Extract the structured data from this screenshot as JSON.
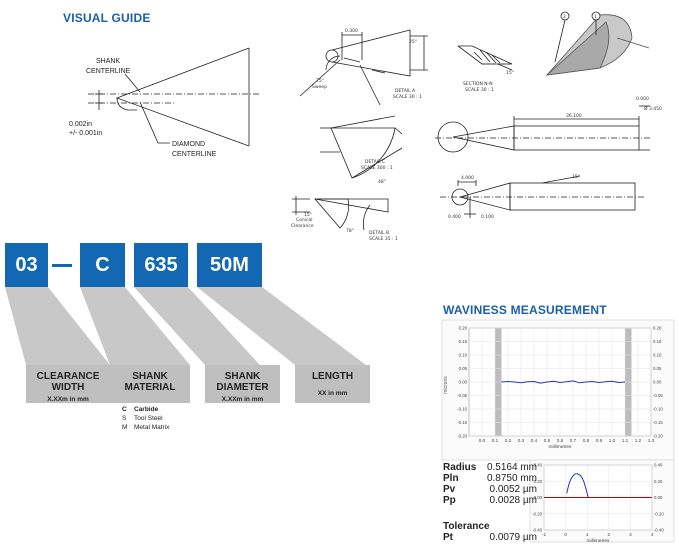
{
  "visual_guide": {
    "title": "VISUAL GUIDE",
    "shank_centerline_1": "SHANK",
    "shank_centerline_2": "CENTERLINE",
    "diamond_centerline_1": "DIAMOND",
    "diamond_centerline_2": "CENTERLINE",
    "offset_1": "0.002in",
    "offset_2": "+/- 0.001in"
  },
  "drawings": {
    "dim_0300": "0.300",
    "angle_25": "25°",
    "angle_75": "75°",
    "sweep": "Sweep",
    "detail_a_1": "DETAIL A",
    "detail_a_2": "SCALE 30 : 1",
    "section_1": "SECTION N-N",
    "section_2": "SCALE 30 : 1",
    "angle_15_sec": "15°",
    "detail_c_1": "DETAIL C",
    "detail_c_2": "SCALE 300 : 1",
    "dim_36100": "36.100",
    "dim_0000": "0.000",
    "dim_3450": "Ø 3.450",
    "angle_15_main": "15°",
    "dim_4000": "4.000",
    "dim_0400": "0.400",
    "dim_0100": "0.100",
    "angle_15_conical_1": "15°",
    "angle_15_conical_2": "Conical",
    "angle_15_conical_3": "Clearance",
    "angle_78": "78°",
    "detail_b_1": "DETAIL B",
    "detail_b_2": "SCALE 35 : 1",
    "angle_48": "48°",
    "callout_2": "2",
    "callout_1": "1"
  },
  "code": {
    "parts": [
      "03",
      "C",
      "635",
      "50M"
    ],
    "labels": [
      {
        "title_1": "CLEARANCE",
        "title_2": "WIDTH",
        "sub": "X.XXm in mm"
      },
      {
        "title_1": "SHANK",
        "title_2": "MATERIAL",
        "sub": ""
      },
      {
        "title_1": "SHANK",
        "title_2": "DIAMETER",
        "sub": "X.XXm in mm"
      },
      {
        "title_1": "LENGTH",
        "title_2": "",
        "sub": "XX in mm"
      }
    ],
    "materials": [
      {
        "code": "C",
        "name": "Carbide"
      },
      {
        "code": "S",
        "name": "Tool Steel"
      },
      {
        "code": "M",
        "name": "Metal Matrix"
      }
    ]
  },
  "waviness": {
    "title": "WAVINESS MEASUREMENT",
    "xlabel": "millimetres",
    "ylabel": "microns",
    "stats": [
      {
        "key": "Radius",
        "value": "0.5164 mm"
      },
      {
        "key": "Pln",
        "value": "0.8750 mm"
      },
      {
        "key": "Pv",
        "value": "0.0052 µm"
      },
      {
        "key": "Pp",
        "value": "0.0028 µm"
      }
    ],
    "tolerance_title": "Tolerance",
    "pt": {
      "key": "Pt",
      "value": "0.0079 µm"
    },
    "small_xlabel": "millimetres"
  },
  "chart_data": [
    {
      "type": "line",
      "xlabel": "millimetres",
      "ylabel": "microns",
      "xlim": [
        -0.1,
        1.3
      ],
      "ylim": [
        -0.2,
        0.2
      ],
      "x_ticks": [
        0.0,
        0.1,
        0.2,
        0.3,
        0.4,
        0.5,
        0.6,
        0.7,
        0.8,
        0.9,
        1.0,
        1.1,
        1.2,
        1.3
      ],
      "y_ticks": [
        0.2,
        0.15,
        0.1,
        0.05,
        0.0,
        -0.05,
        -0.1,
        -0.15,
        -0.2
      ],
      "grid": true,
      "bands": [
        [
          0.1,
          0.15
        ],
        [
          1.1,
          1.15
        ]
      ],
      "series": [
        {
          "color": "#2233cc",
          "x": [
            0.15,
            0.2,
            0.25,
            0.3,
            0.35,
            0.4,
            0.45,
            0.5,
            0.55,
            0.6,
            0.65,
            0.7,
            0.75,
            0.8,
            0.85,
            0.9,
            0.95,
            1.0,
            1.05,
            1.1
          ],
          "y": [
            0.0,
            0.002,
            0.0,
            -0.003,
            0.001,
            0.002,
            -0.004,
            0.0,
            0.003,
            -0.002,
            0.001,
            0.004,
            -0.003,
            0.0,
            0.002,
            -0.002,
            0.001,
            0.003,
            -0.002,
            0.0
          ]
        }
      ]
    },
    {
      "type": "line",
      "xlabel": "millimetres",
      "xlim": [
        -1,
        4
      ],
      "ylim": [
        -0.4,
        0.4
      ],
      "x_ticks": [
        -1,
        0,
        1,
        2,
        3,
        4
      ],
      "y_ticks": [
        0.4,
        0.2,
        0.0,
        -0.2,
        -0.4
      ],
      "grid": true,
      "series": [
        {
          "color": "#2233cc",
          "x": [
            0.05,
            0.15,
            0.25,
            0.35,
            0.45,
            0.55,
            0.65,
            0.75,
            0.85,
            0.95,
            1.05
          ],
          "y": [
            0.05,
            0.16,
            0.23,
            0.27,
            0.29,
            0.29,
            0.28,
            0.25,
            0.19,
            0.1,
            0.0
          ]
        },
        {
          "color": "#cc0000",
          "x": [
            -1,
            4
          ],
          "y": [
            0.0,
            0.0
          ]
        }
      ]
    }
  ]
}
